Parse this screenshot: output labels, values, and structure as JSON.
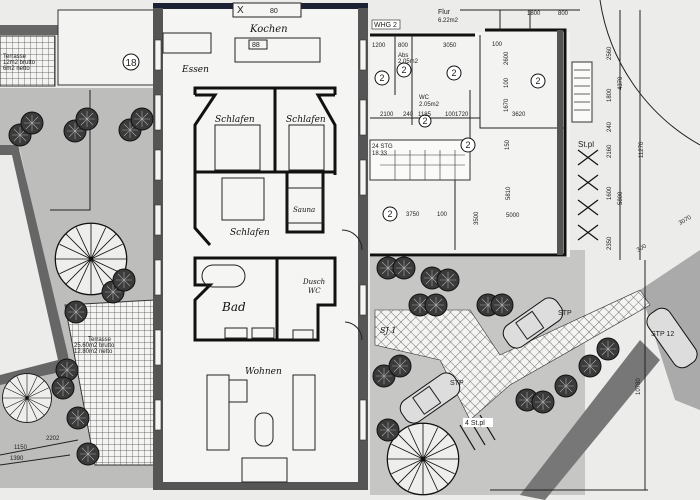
{
  "plan": {
    "topbar": {
      "close": "X",
      "number": "80"
    },
    "rooms": {
      "kitchen": "Kochen",
      "kitchen_island_number": "88",
      "dining": "Essen",
      "bedroom_1": "Schlafen",
      "bedroom_2": "Schlafen",
      "bedroom_3": "Schlafen",
      "sauna": "Sauna",
      "bath": "Bad",
      "shower_wc_1": "Dusch",
      "shower_wc_2": "WC",
      "living": "Wohnen"
    },
    "neighbor": {
      "unit": "WHG 2",
      "hall": "Flur",
      "hall_area": "6.22m2",
      "abs": "Abs",
      "abs_area": "2.05m2",
      "wc": "WC",
      "wc_area": "2.05m2",
      "stairs": "24 STG",
      "stairs_dim": "18.33",
      "room_markers": [
        "2",
        "2",
        "2",
        "2",
        "2",
        "2",
        "2"
      ],
      "dimensions": [
        "1200",
        "800",
        "3050",
        "100",
        "2600",
        "100",
        "1670",
        "3620",
        "2100",
        "240",
        "1185",
        "1001720",
        "150",
        "5810",
        "3750",
        "100",
        "3500",
        "5000",
        "1800",
        "800",
        "2560",
        "4370",
        "1800",
        "240",
        "2160",
        "11270",
        "1600",
        "5800",
        "2350",
        "3070",
        "300"
      ],
      "bike_parking": "St.pl"
    },
    "outdoor": {
      "unit_marker": "18",
      "terrace_small": [
        "Terrasse",
        "12m2 brutto",
        "6m2 netto"
      ],
      "terrace": [
        "Terrasse",
        "25.60m2 brutto",
        "12.80m2 netto"
      ],
      "dims_left": [
        "2202",
        "1150",
        "1390"
      ],
      "entrance": "SJ 1",
      "parking_1": "STP",
      "parking_2": "STP",
      "parking_3": "STP 12",
      "bikes": "4 St.pl",
      "dim_vertical": "10780"
    }
  }
}
